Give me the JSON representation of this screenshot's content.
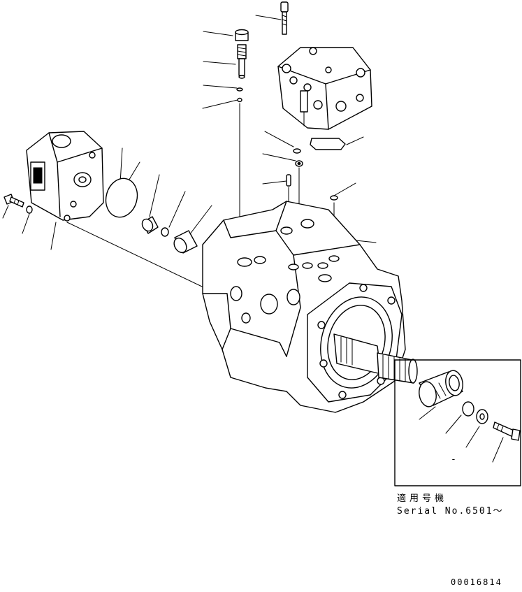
{
  "applicability": {
    "title": "適用号機",
    "serial": "Serial No.6501～"
  },
  "drawing_number": "00016814",
  "inset_dash": "-"
}
